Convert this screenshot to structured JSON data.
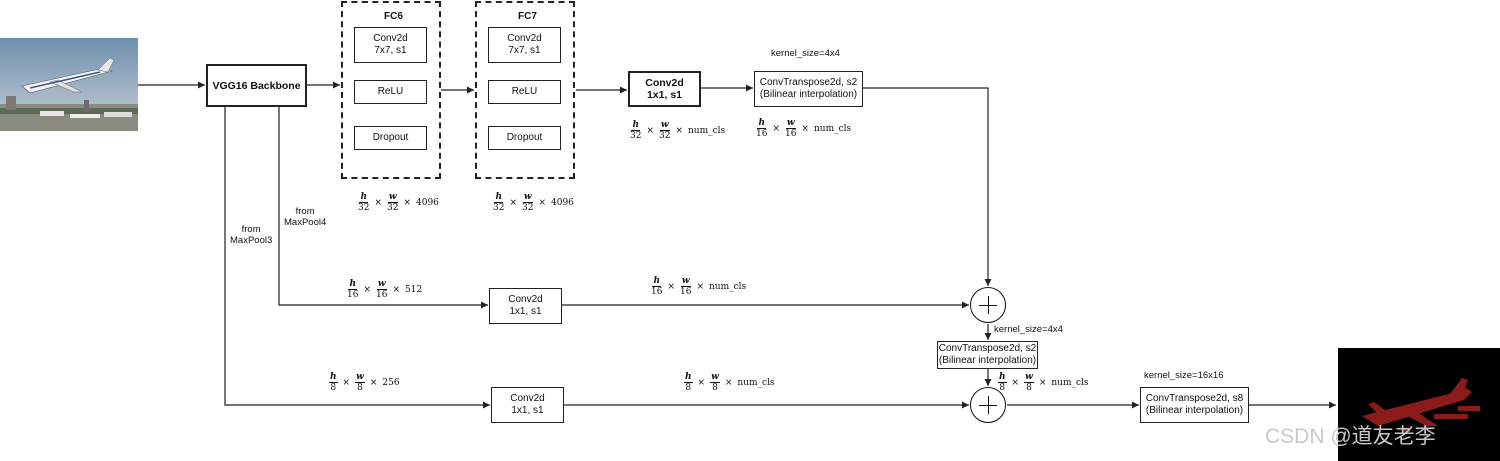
{
  "backbone": {
    "label": "VGG16 Backbone"
  },
  "fc6": {
    "title": "FC6",
    "conv_line1": "Conv2d",
    "conv_line2": "7x7, s1",
    "relu": "ReLU",
    "dropout": "Dropout"
  },
  "fc7": {
    "title": "FC7",
    "conv_line1": "Conv2d",
    "conv_line2": "7x7, s1",
    "relu": "ReLU",
    "dropout": "Dropout"
  },
  "score_fr": {
    "line1": "Conv2d",
    "line2": "1x1, s1"
  },
  "upscore2": {
    "kernel": "kernel_size=4x4",
    "line1": "ConvTranspose2d, s2",
    "line2": "(Bilinear interpolation)"
  },
  "score_pool4": {
    "line1": "Conv2d",
    "line2": "1x1, s1"
  },
  "score_pool3": {
    "line1": "Conv2d",
    "line2": "1x1, s1"
  },
  "upscore_pool4": {
    "kernel": "kernel_size=4x4",
    "line1": "ConvTranspose2d, s2",
    "line2": "(Bilinear interpolation)"
  },
  "upscore8": {
    "kernel": "kernel_size=16x16",
    "line1": "ConvTranspose2d, s8",
    "line2": "(Bilinear interpolation)"
  },
  "branch_labels": {
    "pool4_line1": "from",
    "pool4_line2": "MaxPool4",
    "pool3_line1": "from",
    "pool3_line2": "MaxPool3"
  },
  "shapes": {
    "fc6_out": {
      "h": "h",
      "hd": "32",
      "w": "w",
      "wd": "32",
      "c": "4096"
    },
    "fc7_out": {
      "h": "h",
      "hd": "32",
      "w": "w",
      "wd": "32",
      "c": "4096"
    },
    "score_fr_out": {
      "h": "h",
      "hd": "32",
      "w": "w",
      "wd": "32",
      "c": "num_cls"
    },
    "upscore2_out": {
      "h": "h",
      "hd": "16",
      "w": "w",
      "wd": "16",
      "c": "num_cls"
    },
    "pool4_in": {
      "h": "h",
      "hd": "16",
      "w": "w",
      "wd": "16",
      "c": "512"
    },
    "pool4_score": {
      "h": "h",
      "hd": "16",
      "w": "w",
      "wd": "16",
      "c": "num_cls"
    },
    "pool3_in": {
      "h": "h",
      "hd": "8",
      "w": "w",
      "wd": "8",
      "c": "256"
    },
    "pool3_score": {
      "h": "h",
      "hd": "8",
      "w": "w",
      "wd": "8",
      "c": "num_cls"
    },
    "fuse_pool4_up": {
      "h": "h",
      "hd": "8",
      "w": "w",
      "wd": "8",
      "c": "num_cls"
    }
  },
  "op_symbol": "×",
  "watermark": "CSDN @道友老李",
  "colors": {
    "line": "#222222",
    "segmentation_bg": "#000000",
    "segmentation_fg": "#8b1a1a"
  }
}
